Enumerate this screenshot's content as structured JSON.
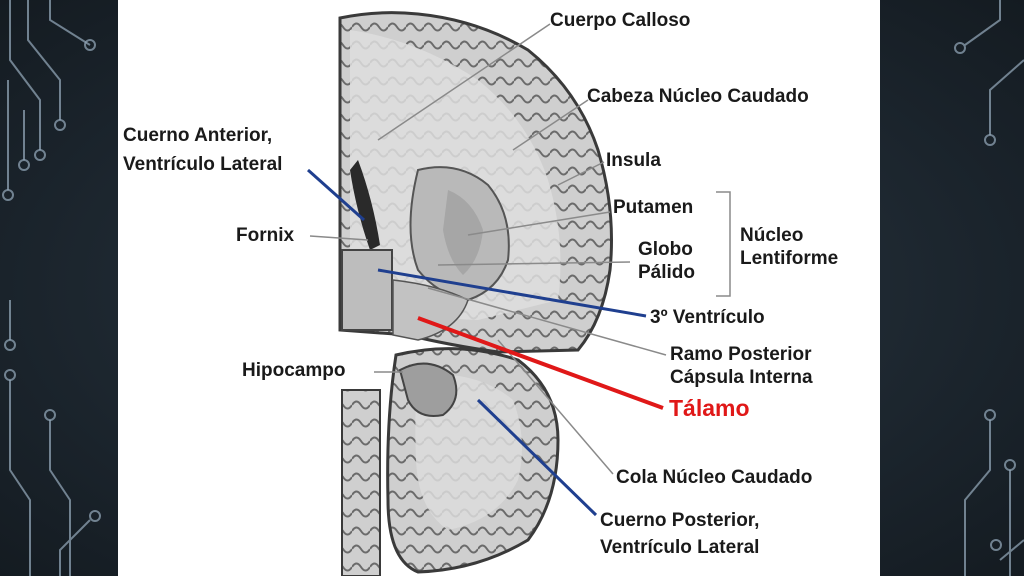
{
  "slide": {
    "labels": {
      "cuerpo_calloso": "Cuerpo Calloso",
      "cabeza_nucleo_caudado": "Cabeza Núcleo Caudado",
      "cuerno_anterior_1": "Cuerno Anterior,",
      "cuerno_anterior_2": "Ventrículo Lateral",
      "insula": "Insula",
      "putamen": "Putamen",
      "nucleo_lentiforme_1": "Núcleo",
      "nucleo_lentiforme_2": "Lentiforme",
      "fornix": "Fornix",
      "globo_palido_1": "Globo",
      "globo_palido_2": "Pálido",
      "tercer_ventriculo": "3º Ventrículo",
      "ramo_posterior_1": "Ramo Posterior",
      "ramo_posterior_2": "Cápsula Interna",
      "hipocampo": "Hipocampo",
      "talamo": "Tálamo",
      "cola_nucleo_caudado": "Cola Núcleo Caudado",
      "cuerno_posterior_1": "Cuerno Posterior,",
      "cuerno_posterior_2": "Ventrículo Lateral"
    },
    "colors": {
      "leader_gray": "#8a8a8a",
      "leader_blue": "#1f3f8f",
      "leader_red": "#e01818",
      "talamo_text": "#e01818"
    }
  }
}
